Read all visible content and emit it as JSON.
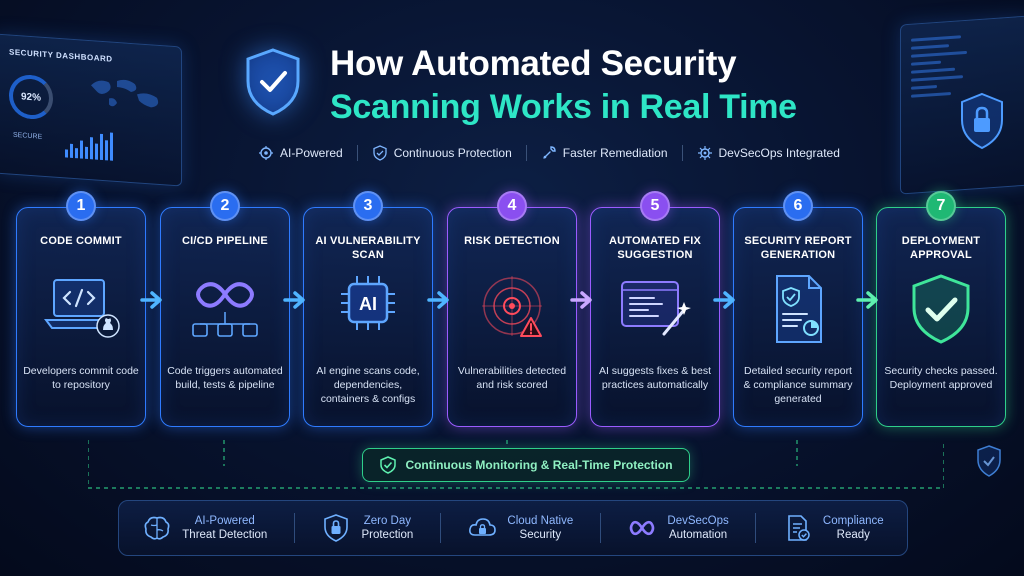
{
  "header": {
    "title_line1": "How Automated Security",
    "title_line2": "Scanning Works in Real Time"
  },
  "tags": [
    {
      "label": "AI-Powered",
      "icon": "brain-chip-icon"
    },
    {
      "label": "Continuous Protection",
      "icon": "shield-check-icon"
    },
    {
      "label": "Faster Remediation",
      "icon": "wrench-icon"
    },
    {
      "label": "DevSecOps Integrated",
      "icon": "gear-icon"
    }
  ],
  "dashboard": {
    "title": "SECURITY DASHBOARD",
    "gauge_value": "92%",
    "gauge_label": "SECURE"
  },
  "steps": [
    {
      "number": "1",
      "title": "CODE COMMIT",
      "description": "Developers commit code to repository",
      "icon": "laptop-code-icon"
    },
    {
      "number": "2",
      "title": "CI/CD PIPELINE",
      "description": "Code triggers automated build, tests & pipeline",
      "icon": "infinity-pipeline-icon"
    },
    {
      "number": "3",
      "title": "AI VULNERABILITY SCAN",
      "description": "AI engine scans code, dependencies, containers & configs",
      "icon": "ai-chip-icon"
    },
    {
      "number": "4",
      "title": "RISK DETECTION",
      "description": "Vulnerabilities detected and risk scored",
      "icon": "radar-warning-icon"
    },
    {
      "number": "5",
      "title": "AUTOMATED FIX SUGGESTION",
      "description": "AI suggests fixes & best practices automatically",
      "icon": "code-wand-icon"
    },
    {
      "number": "6",
      "title": "SECURITY REPORT GENERATION",
      "description": "Detailed security report & compliance summary generated",
      "icon": "report-document-icon"
    },
    {
      "number": "7",
      "title": "DEPLOYMENT APPROVAL",
      "description": "Security checks passed. Deployment approved",
      "icon": "shield-check-icon"
    }
  ],
  "monitoring": {
    "label": "Continuous Monitoring & Real-Time Protection",
    "icon": "shield-check-icon"
  },
  "features": [
    {
      "line1": "AI-Powered",
      "line2": "Threat Detection",
      "icon": "brain-icon"
    },
    {
      "line1": "Zero Day",
      "line2": "Protection",
      "icon": "lock-shield-icon"
    },
    {
      "line1": "Cloud Native",
      "line2": "Security",
      "icon": "cloud-lock-icon"
    },
    {
      "line1": "DevSecOps",
      "line2": "Automation",
      "icon": "infinity-icon"
    },
    {
      "line1": "Compliance",
      "line2": "Ready",
      "icon": "compliance-document-icon"
    }
  ],
  "colors": {
    "accent_teal": "#2ee6c6",
    "step_blue": "#2f7bff",
    "step_purple": "#9b5cff",
    "step_green": "#2fcf8a",
    "background": "#081431"
  }
}
